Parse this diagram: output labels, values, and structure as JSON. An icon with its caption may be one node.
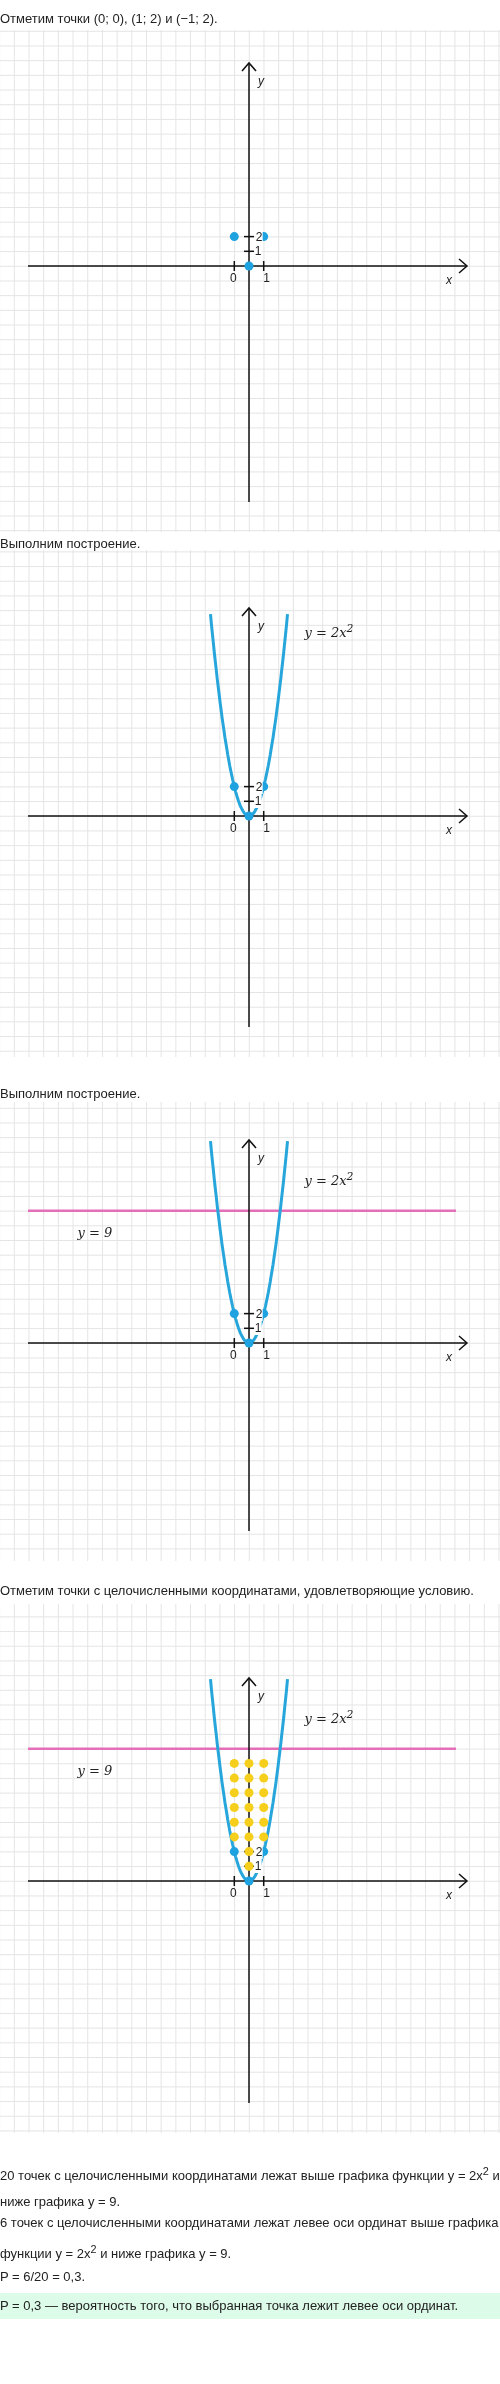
{
  "diagram": {
    "labels": [
      "Отметим точки (0; 0), (1; 2) и (−1; 2).",
      "y",
      "2",
      "1",
      "0",
      "1",
      "x",
      "Выполним построение.",
      "y",
      "y = 2x$^{2}$",
      "2",
      "1",
      "0",
      "1",
      "x",
      "Выполним построение.",
      "y",
      "y = 2x$^{2}$",
      "y = 9",
      "2",
      "1",
      "0",
      "1",
      "x",
      "Отметим точки с целочисленными координатами, удовлетворяющие условию.",
      "y",
      "y = 2x$^{2}$",
      "y = 9",
      "2",
      "1",
      "0",
      "1",
      "x",
      "20 точек с целочисленными координатами лежат выше графика функции y = 2x$^{2}$ и ниже графика y = 9.",
      "6 точек с целочисленными координатами лежат левее оси ординат выше графика функции y = 2x$^{2}$ и ниже графика y = 9.",
      "P = 6/20 = 0,3.",
      "P = 0,3 — вероятность того, что выбранная точка лежит левее оси ординат."
    ]
  }
}
